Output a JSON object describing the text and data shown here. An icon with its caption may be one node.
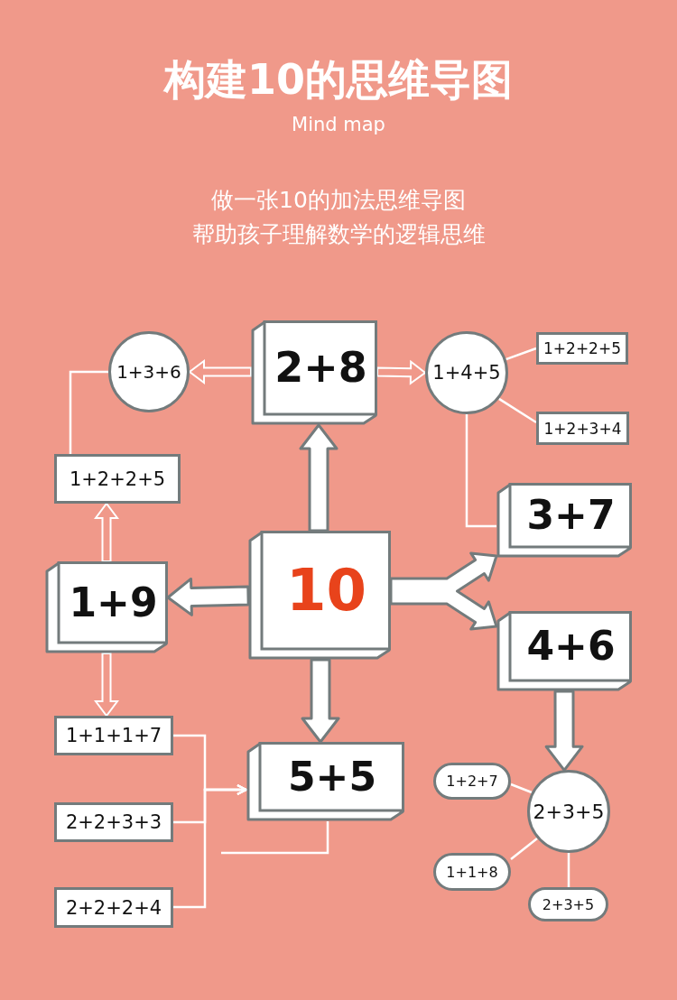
{
  "diagram": {
    "title": "构建10的思维导图",
    "nodes": [
      {
        "text": [
          "10"
        ]
      },
      {
        "text": [
          "2+8"
        ]
      },
      {
        "text": [
          "1+3+6"
        ]
      },
      {
        "text": [
          "1+4+5"
        ]
      },
      {
        "text": [
          "1+2+2+5"
        ]
      },
      {
        "text": [
          "1+2+3+4"
        ]
      },
      {
        "text": [
          "3+7"
        ]
      },
      {
        "text": [
          "4+6"
        ]
      },
      {
        "text": [
          "1+9"
        ]
      },
      {
        "text": [
          "1+2+2+5"
        ]
      },
      {
        "text": [
          "1+1+1+7"
        ]
      },
      {
        "text": [
          "2+2+3+3"
        ]
      },
      {
        "text": [
          "2+2+2+4"
        ]
      },
      {
        "text": [
          "5+5"
        ]
      },
      {
        "text": [
          "2+3+5"
        ]
      },
      {
        "text": [
          "1+2+7"
        ]
      },
      {
        "text": [
          "1+1+8"
        ]
      },
      {
        "text": [
          "2+3+5"
        ]
      }
    ],
    "edges": [
      {
        "from": 0,
        "to": 1,
        "arrow": "to",
        "style": "thick"
      },
      {
        "from": 0,
        "to": 8,
        "arrow": "to",
        "style": "thick"
      },
      {
        "from": 0,
        "to": 6,
        "arrow": "to",
        "style": "thick"
      },
      {
        "from": 0,
        "to": 7,
        "arrow": "to",
        "style": "thick"
      },
      {
        "from": 0,
        "to": 13,
        "arrow": "to",
        "style": "thick"
      },
      {
        "from": 1,
        "to": 2,
        "arrow": "to"
      },
      {
        "from": 1,
        "to": 3,
        "arrow": "to"
      },
      {
        "from": 3,
        "to": 4,
        "arrow": "none"
      },
      {
        "from": 3,
        "to": 5,
        "arrow": "none"
      },
      {
        "from": 3,
        "to": 6,
        "arrow": "none"
      },
      {
        "from": 8,
        "to": 9,
        "arrow": "to"
      },
      {
        "from": 9,
        "to": 2,
        "arrow": "none"
      },
      {
        "from": 8,
        "to": 10,
        "arrow": "to"
      },
      {
        "from": 10,
        "to": 13,
        "arrow": "to"
      },
      {
        "from": 11,
        "to": 13,
        "arrow": "to"
      },
      {
        "from": 12,
        "to": 13,
        "arrow": "to"
      },
      {
        "from": 13,
        "to": null,
        "arrow": "none"
      },
      {
        "from": 7,
        "to": 14,
        "arrow": "to",
        "style": "thick"
      },
      {
        "from": 14,
        "to": 15,
        "arrow": "none"
      },
      {
        "from": 14,
        "to": 16,
        "arrow": "none"
      },
      {
        "from": 14,
        "to": 17,
        "arrow": "none"
      }
    ],
    "labels": [
      "Mind map",
      "做一张10的加法思维导图",
      "帮助孩子理解数学的逻辑思维"
    ]
  }
}
